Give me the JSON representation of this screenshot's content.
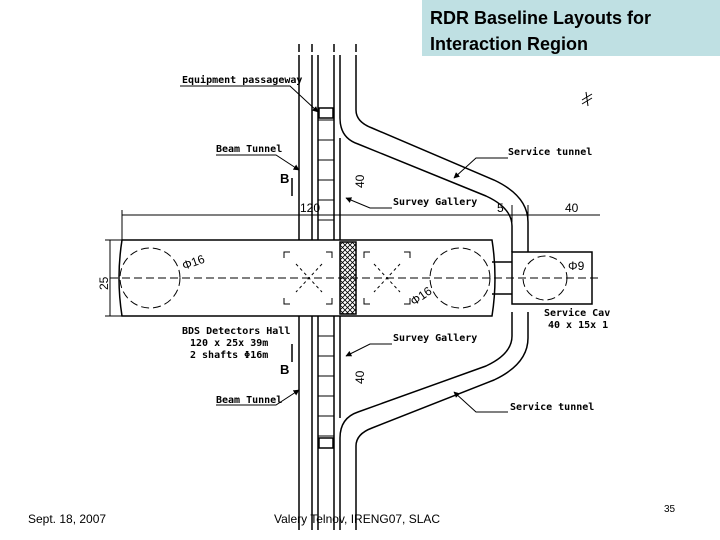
{
  "slide": {
    "title_line1": "RDR Baseline Layouts for",
    "title_line2": "Interaction Region",
    "date": "Sept. 18, 2007",
    "author": "Valery Telnov, IRENG07, SLAC",
    "page_number": "35"
  },
  "colors": {
    "title_bg": "#bfe0e3",
    "line": "#000000"
  },
  "diagram": {
    "labels": {
      "equipment_passageway": "Equipment passageway",
      "beam_tunnel_top": "Beam Tunnel",
      "beam_tunnel_bottom": "Beam Tunnel",
      "service_tunnel_top": "Service tunnel",
      "service_tunnel_bottom": "Service tunnel",
      "survey_gallery_top": "Survey Gallery",
      "survey_gallery_bottom": "Survey Gallery",
      "hall_line1": "BDS Detectors Hall",
      "hall_line2": "120 x 25x 39m",
      "hall_line3": "2 shafts Φ16m",
      "service_cavern_line1": "Service Cav",
      "service_cavern_line2": "40 x 15x 1",
      "section_top": "B",
      "section_bottom": "B",
      "dim_120": "120",
      "dim_5": "5",
      "dim_40_right": "40",
      "dim_40_top": "40",
      "dim_40_bottom": "40",
      "dim_25": "25",
      "phi16_left": "Φ16",
      "phi16_center": "Φ16",
      "phi9": "Φ9"
    }
  }
}
